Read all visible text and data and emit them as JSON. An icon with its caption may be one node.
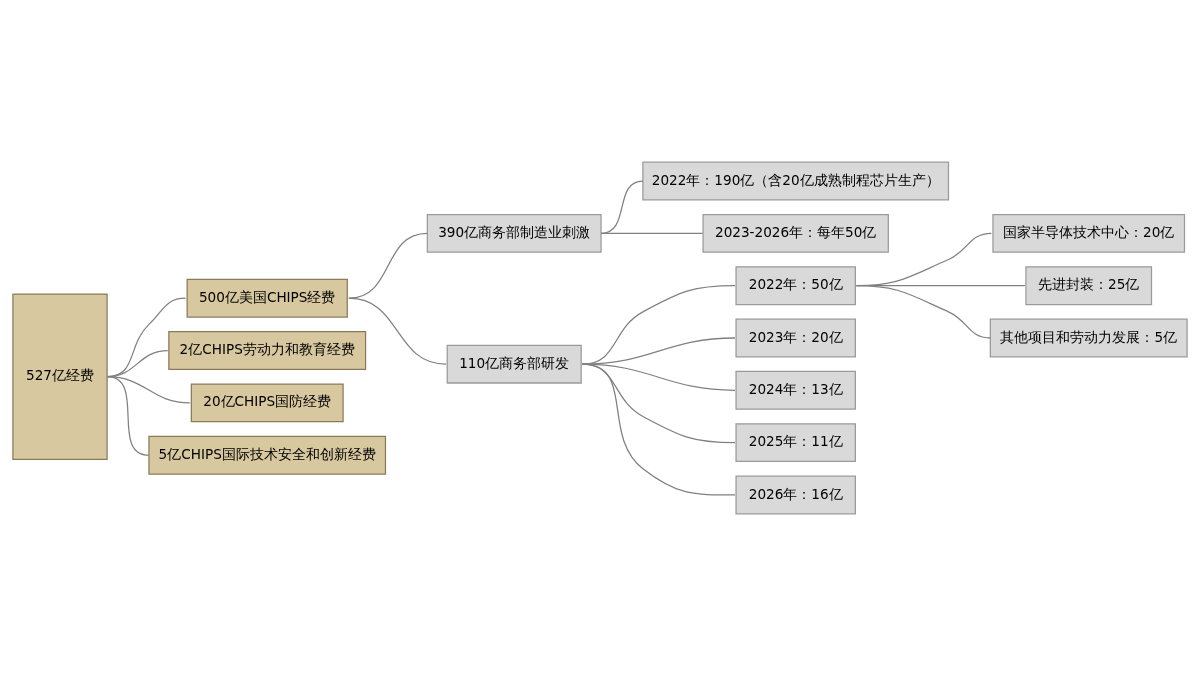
{
  "diagram": {
    "nodes": [
      {
        "text": [
          "527亿经费"
        ]
      },
      {
        "text": [
          "500亿美国CHIPS经费"
        ]
      },
      {
        "text": [
          "2亿CHIPS劳动力和教育经费"
        ]
      },
      {
        "text": [
          "20亿CHIPS国防经费"
        ]
      },
      {
        "text": [
          "5亿CHIPS国际技术安全和创新经费"
        ]
      },
      {
        "text": [
          "390亿商务部制造业刺激"
        ]
      },
      {
        "text": [
          "110亿商务部研发"
        ]
      },
      {
        "text": [
          "2022年：190亿（含20亿成熟制程芯片生产）"
        ]
      },
      {
        "text": [
          "2023-2026年：每年50亿"
        ]
      },
      {
        "text": [
          "2022年：50亿"
        ]
      },
      {
        "text": [
          "2023年：20亿"
        ]
      },
      {
        "text": [
          "2024年：13亿"
        ]
      },
      {
        "text": [
          "2025年：11亿"
        ]
      },
      {
        "text": [
          "2026年：16亿"
        ]
      },
      {
        "text": [
          "国家半导体技术中心：20亿"
        ]
      },
      {
        "text": [
          "先进封装：25亿"
        ]
      },
      {
        "text": [
          "其他项目和劳动力发展：5亿"
        ]
      }
    ],
    "edges": [
      {
        "from": 0,
        "to": 1,
        "arrow": "none"
      },
      {
        "from": 0,
        "to": 2,
        "arrow": "none"
      },
      {
        "from": 0,
        "to": 3,
        "arrow": "none"
      },
      {
        "from": 0,
        "to": 4,
        "arrow": "none"
      },
      {
        "from": 1,
        "to": 5,
        "arrow": "none"
      },
      {
        "from": 1,
        "to": 6,
        "arrow": "none"
      },
      {
        "from": 5,
        "to": 7,
        "arrow": "none"
      },
      {
        "from": 5,
        "to": 8,
        "arrow": "none"
      },
      {
        "from": 6,
        "to": 9,
        "arrow": "none"
      },
      {
        "from": 6,
        "to": 10,
        "arrow": "none"
      },
      {
        "from": 6,
        "to": 11,
        "arrow": "none"
      },
      {
        "from": 6,
        "to": 12,
        "arrow": "none"
      },
      {
        "from": 6,
        "to": 13,
        "arrow": "none"
      },
      {
        "from": 9,
        "to": 14,
        "arrow": "none"
      },
      {
        "from": 9,
        "to": 15,
        "arrow": "none"
      },
      {
        "from": 9,
        "to": 16,
        "arrow": "none"
      }
    ]
  }
}
